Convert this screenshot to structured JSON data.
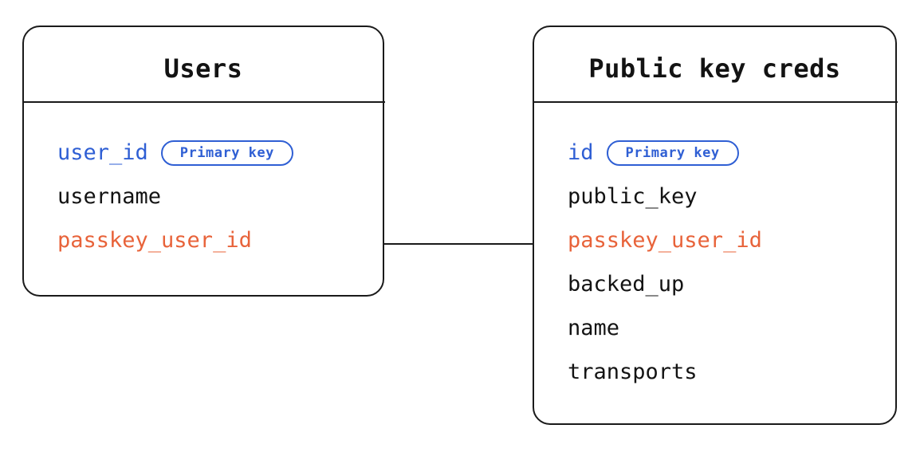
{
  "diagram": {
    "type": "entity-relationship-diagram",
    "background_color": "#ffffff",
    "colors": {
      "primary_key": "#2f5fd4",
      "foreign_key": "#e8633a",
      "text": "#131313",
      "border": "#1a1a1a"
    },
    "badge_label": "Primary key",
    "entities": [
      {
        "id": "users",
        "title": "Users",
        "fields": [
          {
            "name": "user_id",
            "role": "primary-key",
            "badge": "Primary key"
          },
          {
            "name": "username",
            "role": "plain",
            "badge": ""
          },
          {
            "name": "passkey_user_id",
            "role": "foreign-key",
            "badge": ""
          }
        ]
      },
      {
        "id": "pubkeycreds",
        "title": "Public key creds",
        "fields": [
          {
            "name": "id",
            "role": "primary-key",
            "badge": "Primary key"
          },
          {
            "name": "public_key",
            "role": "plain",
            "badge": ""
          },
          {
            "name": "passkey_user_id",
            "role": "foreign-key",
            "badge": ""
          },
          {
            "name": "backed_up",
            "role": "plain",
            "badge": ""
          },
          {
            "name": "name",
            "role": "plain",
            "badge": ""
          },
          {
            "name": "transports",
            "role": "plain",
            "badge": ""
          }
        ]
      }
    ],
    "relationships": [
      {
        "from_entity": "users",
        "from_field": "passkey_user_id",
        "to_entity": "pubkeycreds",
        "to_field": "passkey_user_id",
        "style": "solid-line"
      }
    ]
  }
}
